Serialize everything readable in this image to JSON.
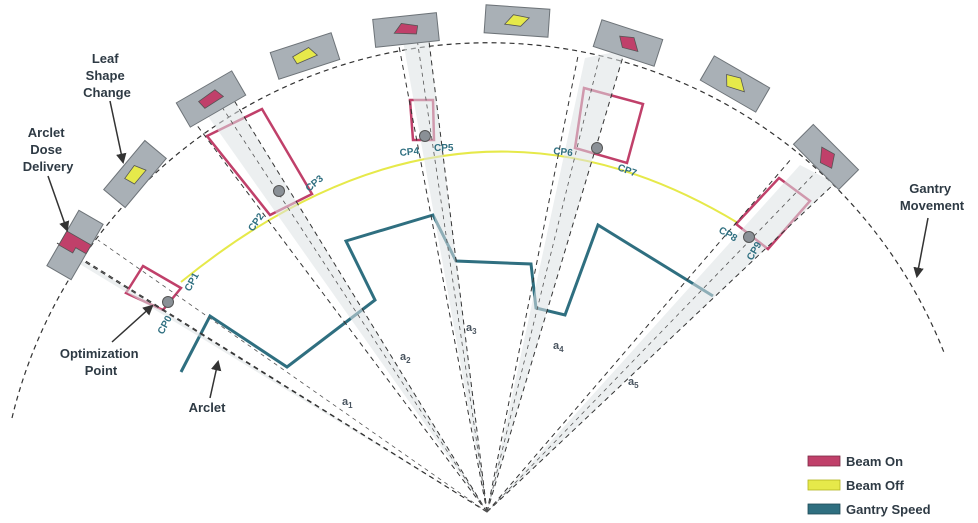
{
  "labels": {
    "leaf_shape_change": [
      "Leaf",
      "Shape",
      "Change"
    ],
    "arclet_dose_delivery": [
      "Arclet",
      "Dose",
      "Delivery"
    ],
    "optimization_point": [
      "Optimization",
      "Point"
    ],
    "arclet": "Arclet",
    "gantry_movement": [
      "Gantry",
      "Movement"
    ]
  },
  "control_points": [
    "CP0",
    "CP1",
    "CP2",
    "CP3",
    "CP4",
    "CP5",
    "CP6",
    "CP7",
    "CP8",
    "CP9"
  ],
  "arclets": [
    {
      "base": "a",
      "sub": "1"
    },
    {
      "base": "a",
      "sub": "2"
    },
    {
      "base": "a",
      "sub": "3"
    },
    {
      "base": "a",
      "sub": "4"
    },
    {
      "base": "a",
      "sub": "5"
    }
  ],
  "legend": [
    {
      "label": "Beam On",
      "color": "#c0406a"
    },
    {
      "label": "Beam Off",
      "color": "#e6e94a"
    },
    {
      "label": "Gantry Speed",
      "color": "#2f6f80"
    }
  ],
  "colors": {
    "beam_on": "#c0406a",
    "beam_off": "#e6e94a",
    "gantry_speed": "#2f6f80",
    "collimator": "#a9b0b6",
    "dash": "#333333"
  },
  "icons": [
    "optimization-point-dot-icon",
    "arrow-icon",
    "collimator-head-icon"
  ]
}
